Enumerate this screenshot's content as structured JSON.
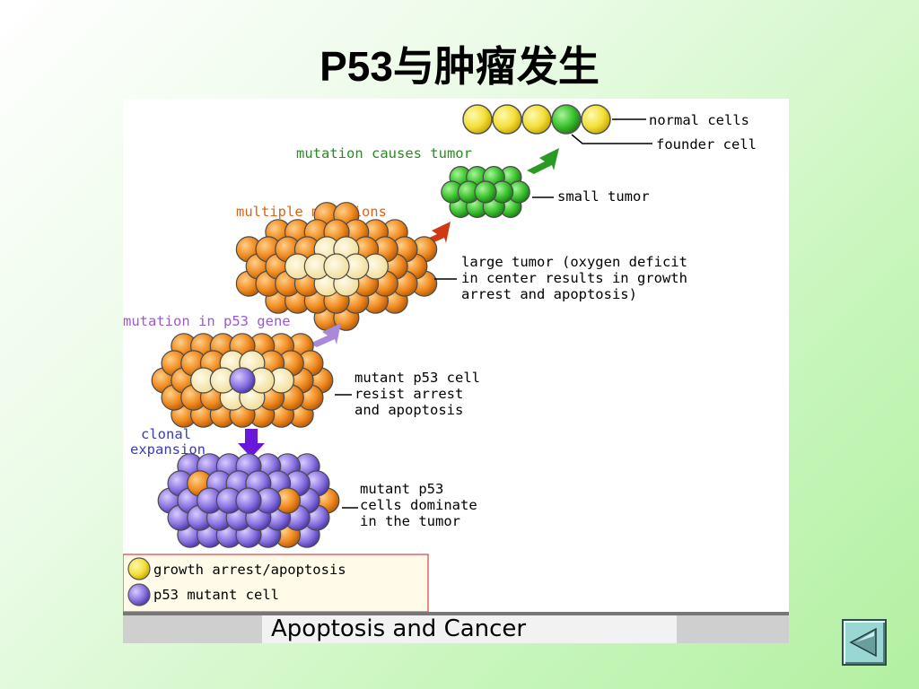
{
  "slide": {
    "title": "P53与肿瘤发生"
  },
  "figure": {
    "stage_labels": {
      "normal_cells": "normal cells",
      "founder_cell": "founder cell",
      "mutation_causes_tumor": "mutation causes tumor",
      "small_tumor": "small tumor",
      "multiple_mutations": "multiple mutations",
      "large_tumor_1": "large tumor (oxygen deficit",
      "large_tumor_2": "in center results in growth",
      "large_tumor_3": "arrest and apoptosis)",
      "mutation_p53": "mutation in p53 gene",
      "mutant_resist_1": "mutant p53 cell",
      "mutant_resist_2": "resist arrest",
      "mutant_resist_3": "and apoptosis",
      "clonal_1": "clonal",
      "clonal_2": "expansion",
      "mutant_dominate_1": "mutant p53",
      "mutant_dominate_2": "cells dominate",
      "mutant_dominate_3": "in the tumor"
    },
    "legend": {
      "growth_arrest": "growth arrest/apoptosis",
      "p53_mutant": "p53 mutant cell"
    },
    "caption": "Apoptosis and Cancer",
    "colors": {
      "normal_cell": "#f3e03a",
      "founder_cell": "#39c02d",
      "tumor_cell": "#f08a1f",
      "apoptotic_cell": "#f7e8b0",
      "mutant_cell": "#8a72e0",
      "arrow_green": "#2a9a22",
      "arrow_red": "#cf3a15",
      "arrow_lavender": "#a98ad8",
      "arrow_purple": "#6a18d8",
      "label_green": "#2a8a22",
      "label_orange": "#d8641a",
      "label_purple": "#9a5ad0",
      "label_blue": "#3a3ac0"
    }
  },
  "navigation": {
    "back_icon": "triangle-left-icon"
  }
}
